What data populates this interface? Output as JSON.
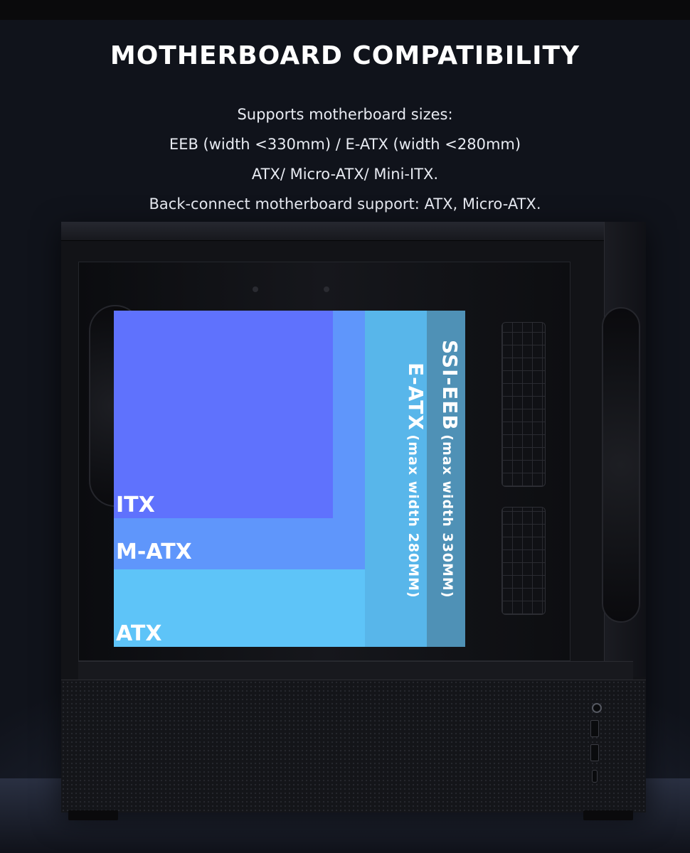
{
  "title": "MOTHERBOARD COMPATIBILITY",
  "description": [
    "Supports motherboard sizes:",
    "EEB (width <330mm) / E-ATX (width <280mm)",
    "ATX/ Micro-ATX/ Mini-ITX.",
    "Back-connect motherboard support: ATX, Micro-ATX."
  ],
  "diagram": {
    "itx": {
      "label": "ITX",
      "color": "#5f72fd"
    },
    "matx": {
      "label": "M-ATX",
      "color": "#5f96fb"
    },
    "atx": {
      "label": "ATX",
      "color": "#5ec4f8"
    },
    "eatx": {
      "label": "E-ATX",
      "note": "(max width 280MM)",
      "color": "#58b6ea"
    },
    "eeb": {
      "label": "SSI-EEB",
      "note": "(max width 330MM)",
      "color": "#4f91b6"
    }
  }
}
